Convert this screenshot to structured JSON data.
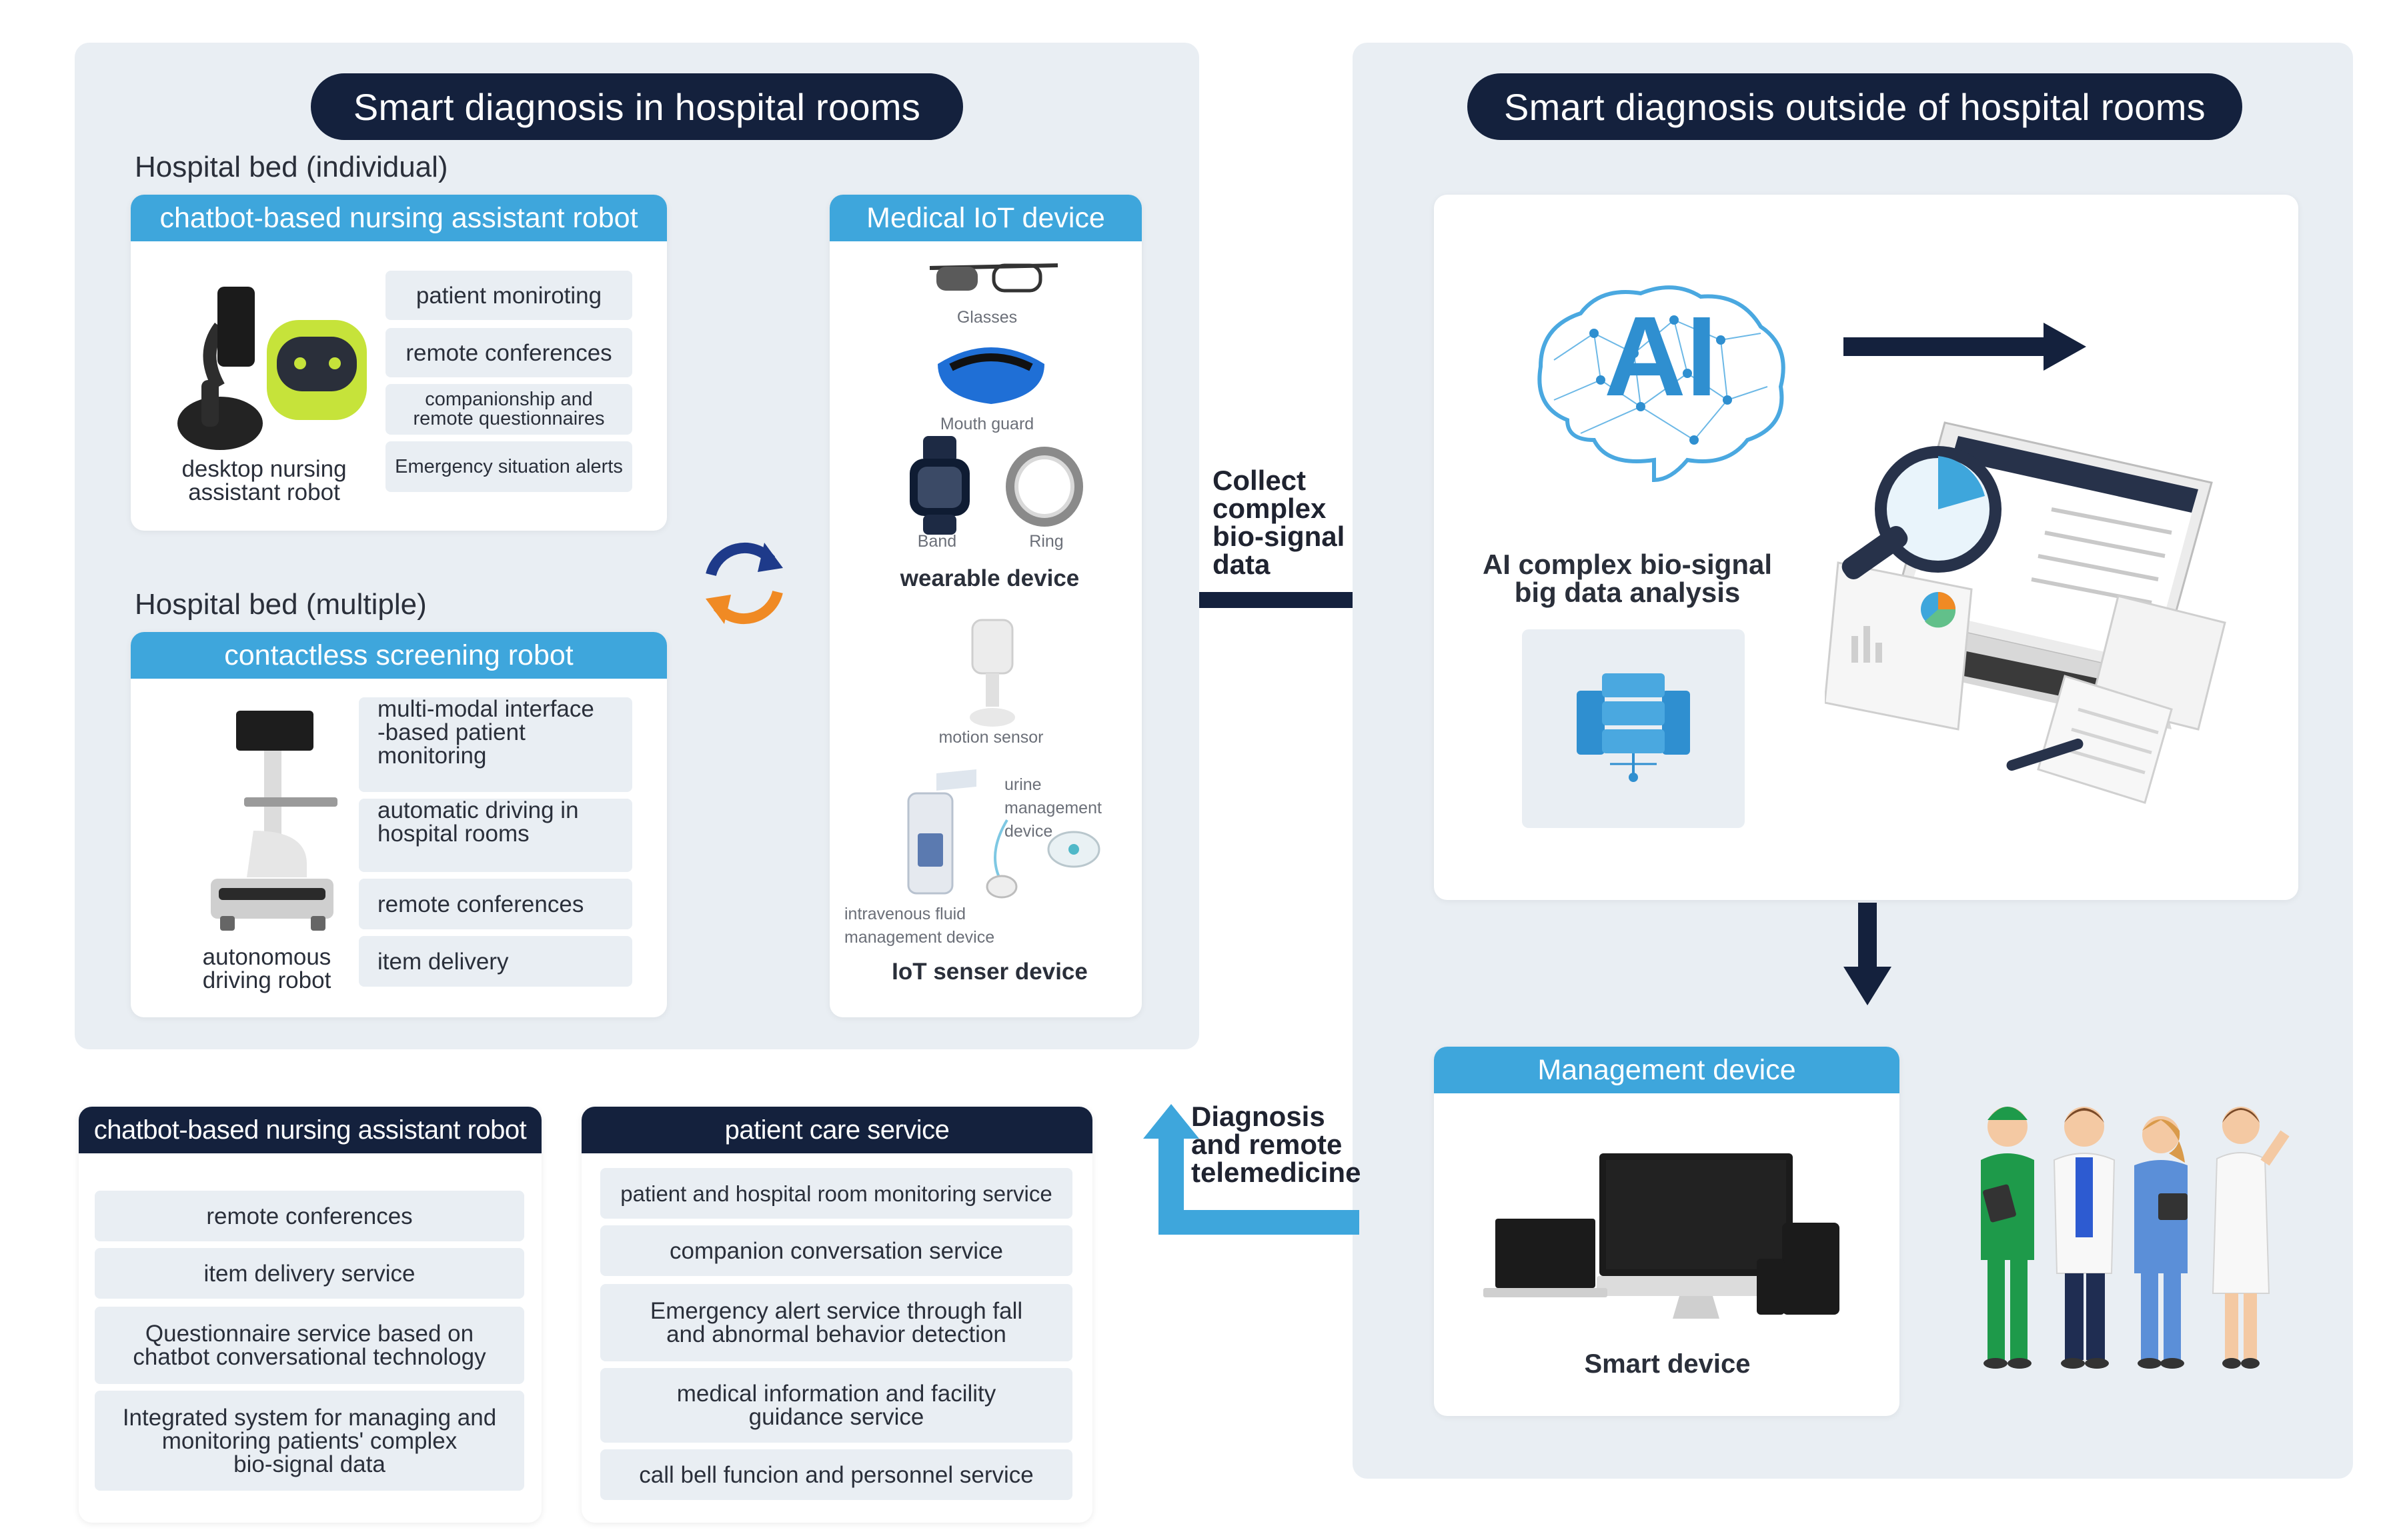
{
  "left_panel": {
    "title": "Smart diagnosis in hospital rooms",
    "bed_individual": "Hospital bed (individual)",
    "bed_multiple": "Hospital bed (multiple)",
    "chatbot_card": {
      "header": "chatbot-based nursing assistant robot",
      "caption_line1": "desktop nursing",
      "caption_line2": "assistant robot",
      "items": [
        "patient moniroting",
        "remote conferences",
        "companionship and",
        "remote questionnaires",
        "Emergency situation alerts"
      ]
    },
    "screening_card": {
      "header": "contactless screening robot",
      "caption_line1": "autonomous",
      "caption_line2": "driving robot",
      "items": [
        "multi-modal interface",
        "-based patient",
        "monitoring",
        "automatic driving in",
        "hospital rooms",
        "remote conferences",
        "item delivery"
      ]
    },
    "iot_card": {
      "header": "Medical IoT device",
      "glasses": "Glasses",
      "mouth_guard": "Mouth guard",
      "band": "Band",
      "ring": "Ring",
      "wearable": "wearable device",
      "motion_sensor": "motion sensor",
      "urine_1": "urine",
      "urine_2": "management",
      "urine_3": "device",
      "iv_1": "intravenous fluid",
      "iv_2": "management device",
      "iot_sensor": "IoT senser device"
    }
  },
  "right_panel": {
    "title": "Smart diagnosis outside of hospital rooms",
    "ai_text": "AI",
    "analysis_line1": "AI complex bio-signal",
    "analysis_line2": "big data analysis",
    "management_header": "Management device",
    "smart_device": "Smart device"
  },
  "arrows": {
    "collect": [
      "Collect",
      "complex",
      "bio-signal",
      "data"
    ],
    "diagnosis": [
      "Diagnosis",
      "and remote",
      "telemedicine"
    ]
  },
  "bottom": {
    "robot_card": {
      "header": "chatbot-based nursing assistant robot",
      "items": [
        "remote conferences",
        "item delivery service",
        "Questionnaire service based on",
        "chatbot conversational technology",
        "Integrated system for managing and",
        "monitoring patients' complex",
        "bio-signal data"
      ]
    },
    "care_card": {
      "header": "patient care service",
      "items": [
        "patient and hospital room monitoring service",
        "companion conversation service",
        "Emergency alert service through fall",
        "and abnormal behavior detection",
        "medical information and facility",
        "guidance service",
        "call bell funcion and personnel service"
      ]
    }
  },
  "colors": {
    "navy": "#14213d",
    "accent_blue": "#3ea6dc",
    "panel_bg": "#e9eef3",
    "orange": "#f08a24"
  }
}
